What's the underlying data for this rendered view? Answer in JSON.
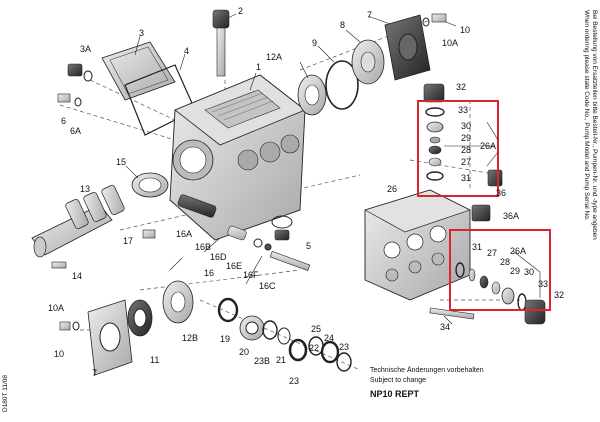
{
  "labels": [
    "1",
    "2",
    "3",
    "3A",
    "4",
    "5",
    "6",
    "6A",
    "7",
    "8",
    "9",
    "10",
    "10A",
    "11",
    "12A",
    "12B",
    "13",
    "14",
    "15",
    "16",
    "16A",
    "16B",
    "16C",
    "16D",
    "16E",
    "16F",
    "17",
    "19",
    "20",
    "21",
    "22",
    "23",
    "23B",
    "24",
    "25",
    "26",
    "26A",
    "27",
    "28",
    "29",
    "30",
    "31",
    "32",
    "33",
    "34",
    "36",
    "36A"
  ],
  "notes": {
    "change_de": "Technische Änderungen vorbehalten",
    "change_en": "Subject to change",
    "model": "NP10 REPT",
    "order_de": "Bei Bestellung von Ersatzteilen bitte Bestell-Nr., Pumpen-Nr. und -type angeben",
    "order_en": "When ordering please state Code No., Pump Model and Pump Serial No.",
    "code": "D180T 11/08"
  },
  "colors": {
    "highlight": "#d9262c",
    "line": "#222222",
    "metal": "#cfcfcf"
  }
}
